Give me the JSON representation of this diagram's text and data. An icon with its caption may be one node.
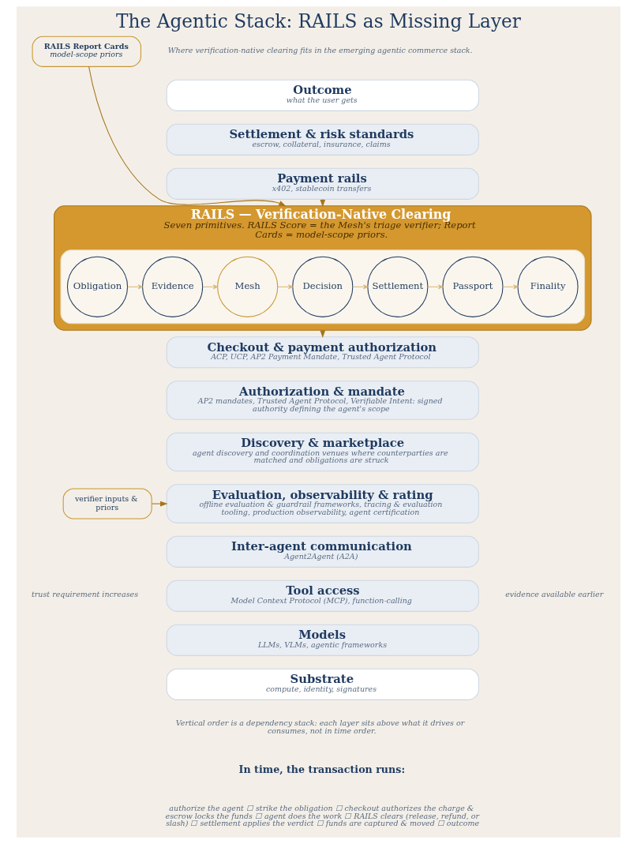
{
  "diagram": {
    "title": "The Agentic Stack: RAILS as Missing Layer",
    "nodes": [
      {
        "text": [
          "Outcome",
          "what the user gets"
        ]
      },
      {
        "text": [
          "Settlement & risk standards",
          "escrow, collateral, insurance, claims"
        ]
      },
      {
        "text": [
          "Payment rails",
          "x402, stablecoin transfers"
        ]
      },
      {
        "text": [
          "RAILS Report Cards",
          "model-scope priors"
        ]
      },
      {
        "text": [
          "RAILS — Verification-Native Clearing",
          "Seven primitives. RAILS Score = the Mesh's triage verifier; Report Cards = model-scope priors."
        ]
      },
      {
        "text": [],
        "shape": "box",
        "in": 4
      },
      {
        "text": [
          "Obligation"
        ],
        "in": 5
      },
      {
        "text": [
          "Evidence"
        ],
        "in": 5
      },
      {
        "text": [
          "Mesh"
        ],
        "in": 5
      },
      {
        "text": [
          "Decision"
        ],
        "in": 5
      },
      {
        "text": [
          "Settlement"
        ],
        "in": 5
      },
      {
        "text": [
          "Passport"
        ],
        "in": 5
      },
      {
        "text": [
          "Finality"
        ],
        "in": 5
      },
      {
        "text": [
          "Checkout & payment authorization",
          "ACP, UCP, AP2 Payment Mandate, Trusted Agent Protocol"
        ]
      },
      {
        "text": [
          "Authorization & mandate",
          "AP2 mandates, Trusted Agent Protocol, Verifiable Intent: signed authority defining the agent's scope"
        ]
      },
      {
        "text": [
          "Discovery & marketplace",
          "agent discovery and coordination venues where counterparties are matched and obligations are struck"
        ]
      },
      {
        "text": [
          "verifier inputs & priors"
        ]
      },
      {
        "text": [
          "Evaluation, observability & rating",
          "offline evaluation & guardrail frameworks, tracing & evaluation tooling, production observability, agent certification"
        ]
      },
      {
        "text": [
          "Inter-agent communication",
          "Agent2Agent (A2A)"
        ]
      },
      {
        "text": [
          "Tool access",
          "Model Context Protocol (MCP), function-calling"
        ]
      },
      {
        "text": [
          "Models",
          "LLMs, VLMs, agentic frameworks"
        ]
      },
      {
        "text": [
          "Substrate",
          "compute, identity, signatures"
        ]
      }
    ],
    "edges": [
      {
        "from": 2,
        "to": 4,
        "arrow": "to",
        "color": "#a8741a"
      },
      {
        "from": 3,
        "to": 4,
        "arrow": "to",
        "color": "#a8741a"
      },
      {
        "from": 6,
        "to": 7,
        "arrow": "to"
      },
      {
        "from": 7,
        "to": 8,
        "arrow": "to"
      },
      {
        "from": 8,
        "to": 9,
        "arrow": "to"
      },
      {
        "from": 9,
        "to": 10,
        "arrow": "to"
      },
      {
        "from": 10,
        "to": 11,
        "arrow": "to"
      },
      {
        "from": 11,
        "to": 12,
        "arrow": "to"
      },
      {
        "from": 4,
        "to": 13,
        "arrow": "to",
        "color": "#a8741a"
      },
      {
        "from": 16,
        "to": 17,
        "arrow": "to",
        "color": "#a8741a"
      }
    ],
    "labels": [
      "Where verification-native clearing fits in the emerging agentic commerce stack.",
      "trust requirement increases",
      "evidence available earlier",
      "Vertical order is a dependency stack: each layer sits above what it drives or consumes, not in time order.",
      "In time, the transaction runs:",
      "authorize the agent ☐ strike the obligation ☐ checkout authorizes the charge & escrow locks the funds ☐ agent does the work ☐ RAILS clears (release, refund, or slash) ☐ settlement applies the verdict ☐ funds are captured & moved ☐ outcome"
    ]
  }
}
